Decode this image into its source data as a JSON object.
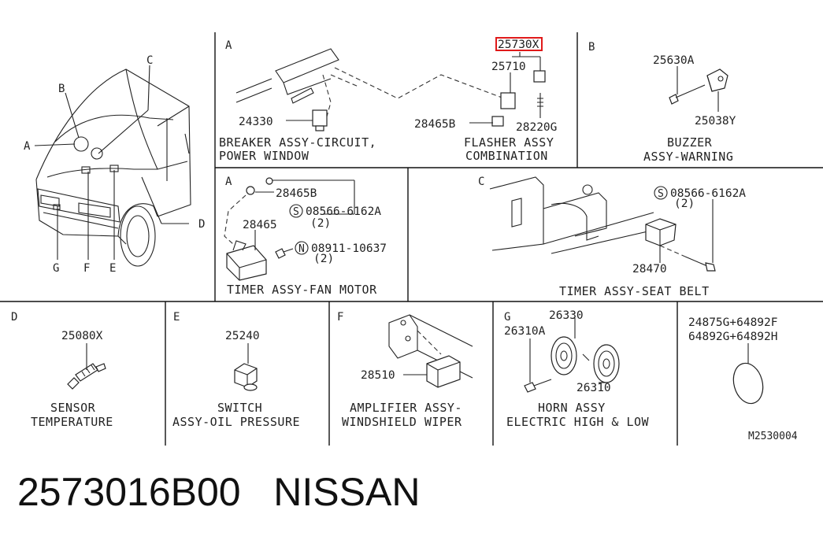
{
  "page_title": "2573016B00   NISSAN",
  "diagram_code": "M2530004",
  "highlight_color": "#e01a1a",
  "sections": {
    "main": {
      "labels": [
        "A",
        "B",
        "C",
        "D",
        "E",
        "F",
        "G"
      ]
    },
    "a1": {
      "letter": "A",
      "parts": [
        "25730X",
        "25710",
        "24330",
        "28465B",
        "28220G"
      ],
      "caption1": [
        "BREAKER ASSY-CIRCUIT,",
        "POWER WINDOW"
      ],
      "caption2": [
        "FLASHER ASSY",
        "COMBINATION"
      ]
    },
    "b": {
      "letter": "B",
      "parts": [
        "25630A",
        "25038Y"
      ],
      "caption": [
        "BUZZER",
        "ASSY-WARNING"
      ]
    },
    "a2": {
      "letter": "A",
      "parts": [
        "28465B",
        "08566-6162A",
        "(2)",
        "28465",
        "08911-10637",
        "(2)"
      ],
      "symbols": [
        "S",
        "N"
      ],
      "caption": [
        "TIMER ASSY-FAN MOTOR"
      ]
    },
    "c": {
      "letter": "C",
      "parts": [
        "08566-6162A",
        "(2)",
        "28470"
      ],
      "symbol": "S",
      "caption": [
        "TIMER ASSY-SEAT BELT"
      ]
    },
    "d": {
      "letter": "D",
      "parts": [
        "25080X"
      ],
      "caption": [
        "SENSOR",
        "TEMPERATURE"
      ]
    },
    "e": {
      "letter": "E",
      "parts": [
        "25240"
      ],
      "caption": [
        "SWITCH",
        "ASSY-OIL PRESSURE"
      ]
    },
    "f": {
      "letter": "F",
      "parts": [
        "28510"
      ],
      "caption": [
        "AMPLIFIER ASSY-",
        "WINDSHIELD WIPER"
      ]
    },
    "g": {
      "letter": "G",
      "parts": [
        "26330",
        "26310A",
        "26310"
      ],
      "caption": [
        "HORN ASSY",
        "ELECTRIC HIGH & LOW"
      ]
    },
    "h": {
      "parts": [
        "24875G+64892F",
        "64892G+64892H"
      ]
    }
  }
}
